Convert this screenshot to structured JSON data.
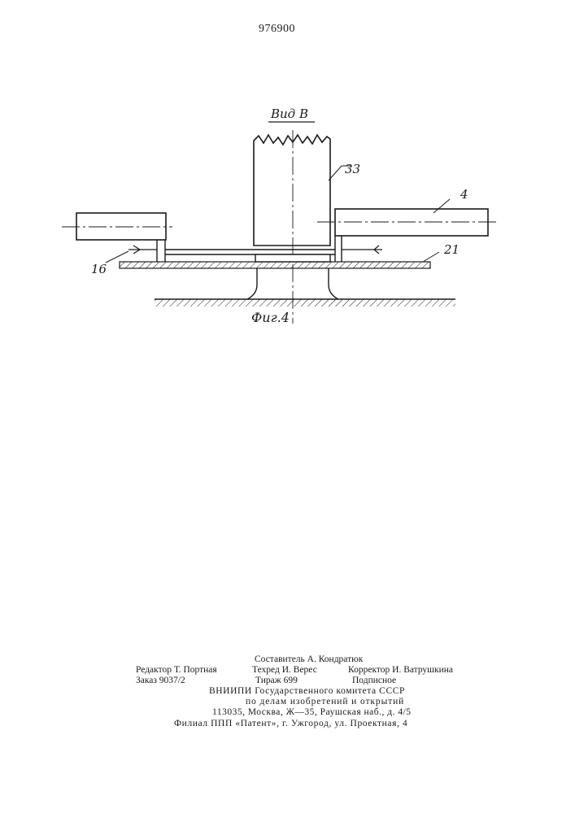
{
  "page_number": "976900",
  "drawing": {
    "view_label": "Вид В",
    "figure_label": "Фиг.4",
    "callouts": [
      "33",
      "4",
      "16",
      "21"
    ]
  },
  "colophon": {
    "compiler": "Составитель А. Кондратюк",
    "editor": "Редактор Т. Портная",
    "tech_editor": "Техред И. Верес",
    "corrector": "Корректор И. Ватрушкина",
    "order": "Заказ 9037/2",
    "circulation": "Тираж 699",
    "subscription": "Подписное",
    "institute_1": "ВНИИПИ Государственного комитета СССР",
    "institute_2": "по делам изобретений и открытий",
    "address": "113035, Москва, Ж—35, Раушская наб., д. 4/5",
    "branch": "Филиал ППП «Патент», г. Ужгород, ул. Проектная, 4"
  }
}
